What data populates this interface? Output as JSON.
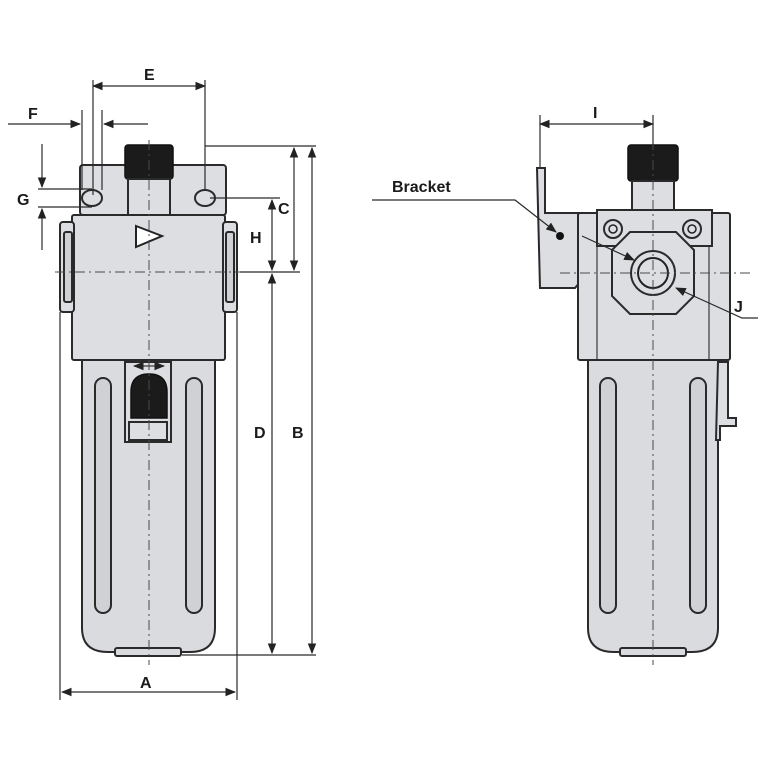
{
  "labels": {
    "a": "A",
    "b": "B",
    "c": "C",
    "d": "D",
    "e": "E",
    "f": "F",
    "g": "G",
    "h": "H",
    "i": "I",
    "j": "J",
    "bracket": "Bracket"
  },
  "colors": {
    "body": "#dcdee2",
    "outline": "#2a2a2a",
    "knob": "#1b1b1b"
  }
}
